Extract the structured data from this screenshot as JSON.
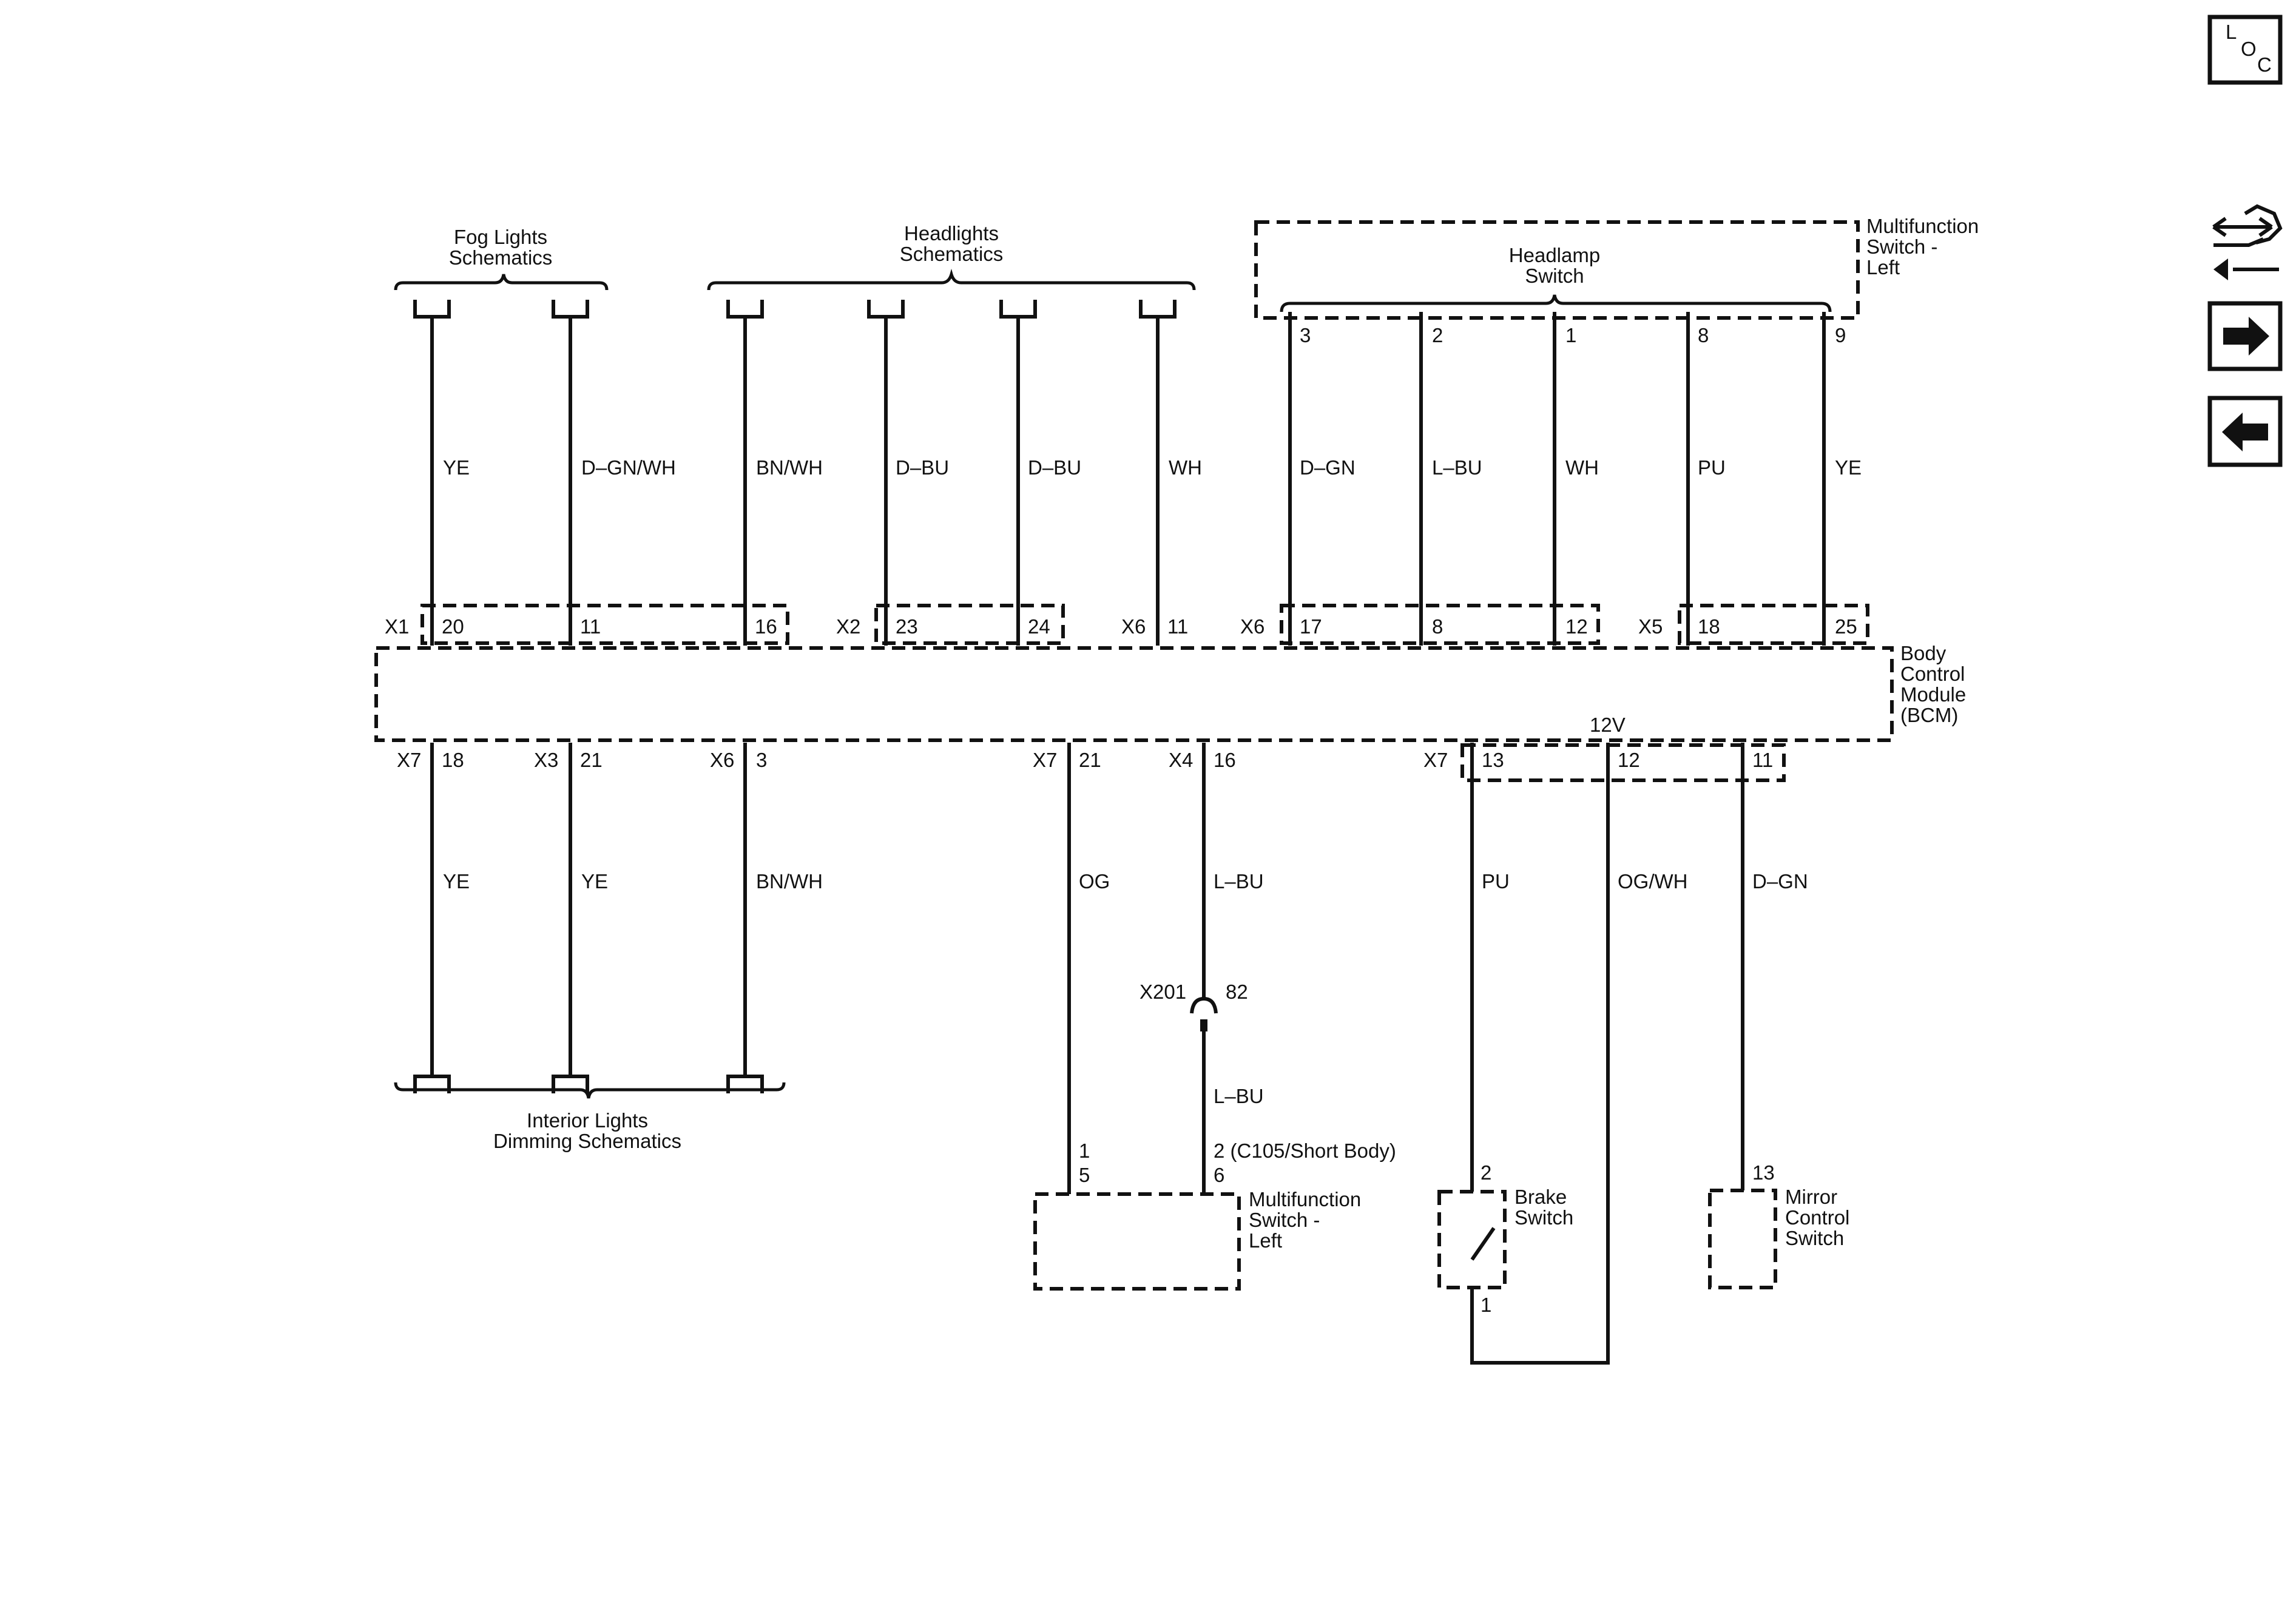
{
  "nav": {
    "loc_letters": [
      "L",
      "O",
      "C"
    ]
  },
  "groups": {
    "fog": [
      "Fog Lights",
      "Schematics"
    ],
    "head": [
      "Headlights",
      "Schematics"
    ],
    "interior": [
      "Interior Lights",
      "Dimming Schematics"
    ]
  },
  "components": {
    "mfs_top": [
      "Multifunction",
      "Switch -",
      "Left"
    ],
    "headlamp": [
      "Headlamp",
      "Switch"
    ],
    "bcm": [
      "Body",
      "Control",
      "Module",
      "(BCM)"
    ],
    "mfs_bottom": [
      "Multifunction",
      "Switch -",
      "Left"
    ],
    "brake": [
      "Brake",
      "Switch"
    ],
    "mirror": [
      "Mirror",
      "Control",
      "Switch"
    ]
  },
  "top_wires": [
    {
      "pin_top": "",
      "color": "YE",
      "conn": "X1",
      "pin_bcm": "20"
    },
    {
      "pin_top": "",
      "color": "D–GN/WH",
      "conn": "",
      "pin_bcm": "11"
    },
    {
      "pin_top": "",
      "color": "BN/WH",
      "conn": "",
      "pin_bcm": "16"
    },
    {
      "pin_top": "",
      "color": "D–BU",
      "conn": "X2",
      "pin_bcm": "23"
    },
    {
      "pin_top": "",
      "color": "D–BU",
      "conn": "",
      "pin_bcm": "24"
    },
    {
      "pin_top": "",
      "color": "WH",
      "conn": "X6",
      "pin_bcm": "11"
    },
    {
      "pin_top": "3",
      "color": "D–GN",
      "conn": "X6",
      "pin_bcm": "17"
    },
    {
      "pin_top": "2",
      "color": "L–BU",
      "conn": "",
      "pin_bcm": "8"
    },
    {
      "pin_top": "1",
      "color": "WH",
      "conn": "",
      "pin_bcm": "12"
    },
    {
      "pin_top": "8",
      "color": "PU",
      "conn": "X5",
      "pin_bcm": "18"
    },
    {
      "pin_top": "9",
      "color": "YE",
      "conn": "",
      "pin_bcm": "25"
    }
  ],
  "bottom_wires": [
    {
      "conn": "X7",
      "pin": "18",
      "color": "YE"
    },
    {
      "conn": "X3",
      "pin": "21",
      "color": "YE"
    },
    {
      "conn": "X6",
      "pin": "3",
      "color": "BN/WH"
    },
    {
      "conn": "X7",
      "pin": "21",
      "color": "OG"
    },
    {
      "conn": "X4",
      "pin": "16",
      "color": "L–BU"
    },
    {
      "conn": "X7",
      "pin": "13",
      "color": "PU"
    },
    {
      "conn": "",
      "pin": "12",
      "color": "OG/WH"
    },
    {
      "conn": "",
      "pin": "11",
      "color": "D–GN"
    }
  ],
  "misc": {
    "v12": "12V",
    "inline_conn": "X201",
    "inline_pin": "82",
    "lbu_lower": "L–BU",
    "og_pin_a": "1",
    "og_pin_b": "5",
    "lbu_pin_a": "2 (C105/Short Body)",
    "lbu_pin_b": "6",
    "brake_pin_top": "2",
    "brake_pin_bottom": "1",
    "mirror_pin": "13"
  }
}
